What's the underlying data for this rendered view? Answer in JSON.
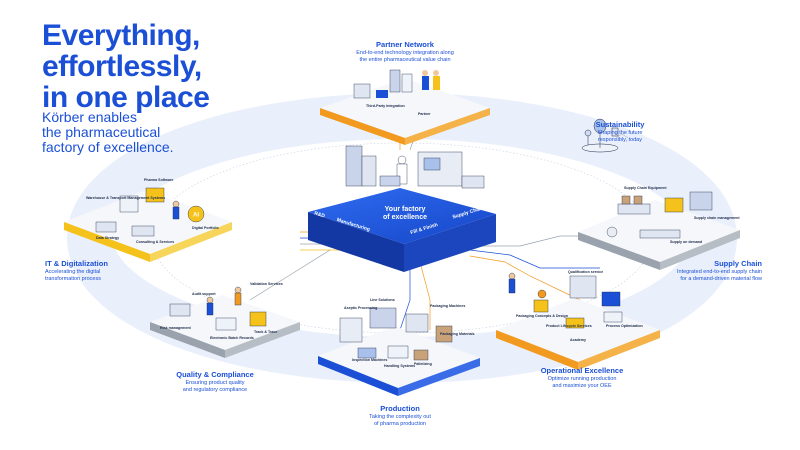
{
  "headline": {
    "lines": [
      "Everything,",
      "effortlessly,",
      "in one place"
    ],
    "sub_lines": [
      "Körber enables",
      "the pharmaceutical",
      "factory of excellence."
    ]
  },
  "center": {
    "title_lines": [
      "Your factory",
      "of excellence"
    ],
    "stages": [
      "R&D",
      "Manufacturing",
      "Fill & Finish",
      "Supply Chain"
    ]
  },
  "sections": {
    "partner": {
      "title": "Partner Network",
      "desc": [
        "End-to-end technology integration along",
        "the entire pharmaceutical value chain"
      ],
      "labels": [
        "Third-Party Integration",
        "Partner"
      ]
    },
    "sustainability": {
      "title": "Sustainability",
      "desc": [
        "Shaping the future",
        "responsibly, today"
      ]
    },
    "supply": {
      "title": "Supply Chain",
      "desc": [
        "Integrated end-to-end supply chain",
        "for a demand-driven material flow"
      ],
      "labels": [
        "Supply Chain Equipment",
        "Supply chain management",
        "Supply on demand"
      ]
    },
    "operational": {
      "title": "Operational Excellence",
      "desc": [
        "Optimize running production",
        "and maximize your OEE"
      ],
      "labels": [
        "Qualification service",
        "Packaging Concepts & Design",
        "Product Lifecycle Services",
        "Academy",
        "Process Optimization"
      ]
    },
    "production": {
      "title": "Production",
      "desc": [
        "Taking the complexity out",
        "of pharma production"
      ],
      "labels": [
        "Aseptic Processing",
        "Line Solutions",
        "Packaging Machines",
        "Packaging Materials",
        "Inspection Machines",
        "Handling Systems",
        "Palletizing"
      ]
    },
    "quality": {
      "title": "Quality & Compliance",
      "desc": [
        "Ensuring product quality",
        "and regulatory compliance"
      ],
      "labels": [
        "Audit support",
        "Validation Services",
        "Risk management",
        "Electronic Batch Records",
        "Track & Trace"
      ]
    },
    "it": {
      "title": "IT & Digitalization",
      "desc": [
        "Accelerating the digital",
        "transformation process"
      ],
      "labels": [
        "Warehouse & Transport Management Systems",
        "Pharma Software",
        "Data Strategy",
        "Consulting & Services",
        "Digital Portfolio",
        "AI"
      ]
    }
  },
  "colors": {
    "brand_blue": "#1a4fd6",
    "orange": "#f29a1f",
    "yellow": "#f4c21a",
    "grey": "#9aa3ad",
    "navy": "#1c2a4a"
  }
}
